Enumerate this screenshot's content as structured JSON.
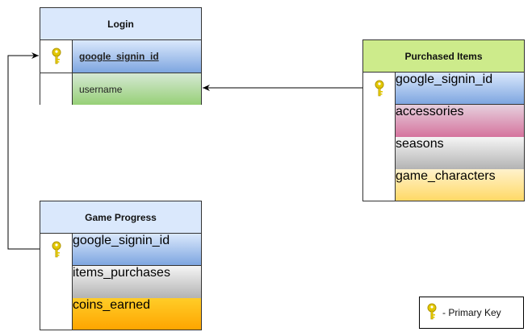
{
  "colors": {
    "login_header": "#dae8fc",
    "purchased_header": "#cdeb8b",
    "progress_header": "#dae8fc",
    "key_icon": "#e3c800"
  },
  "entities": {
    "login": {
      "title": "Login",
      "rows": [
        {
          "label": "google_signin_id",
          "primary_key": true,
          "icon": "key-icon"
        },
        {
          "label": "username",
          "primary_key": false
        }
      ]
    },
    "purchased_items": {
      "title": "Purchased Items",
      "rows": [
        {
          "label": "google_signin_id",
          "primary_key": true,
          "icon": "key-icon"
        },
        {
          "label": "accessories",
          "primary_key": false
        },
        {
          "label": "seasons",
          "primary_key": false
        },
        {
          "label": "game_characters",
          "primary_key": false
        }
      ]
    },
    "game_progress": {
      "title": "Game Progress",
      "rows": [
        {
          "label": "google_signin_id",
          "primary_key": true,
          "icon": "key-icon"
        },
        {
          "label": "items_purchases",
          "primary_key": false
        },
        {
          "label": "coins_earned",
          "primary_key": false
        }
      ]
    }
  },
  "legend": {
    "icon": "key-icon",
    "text": "- Primary Key"
  }
}
